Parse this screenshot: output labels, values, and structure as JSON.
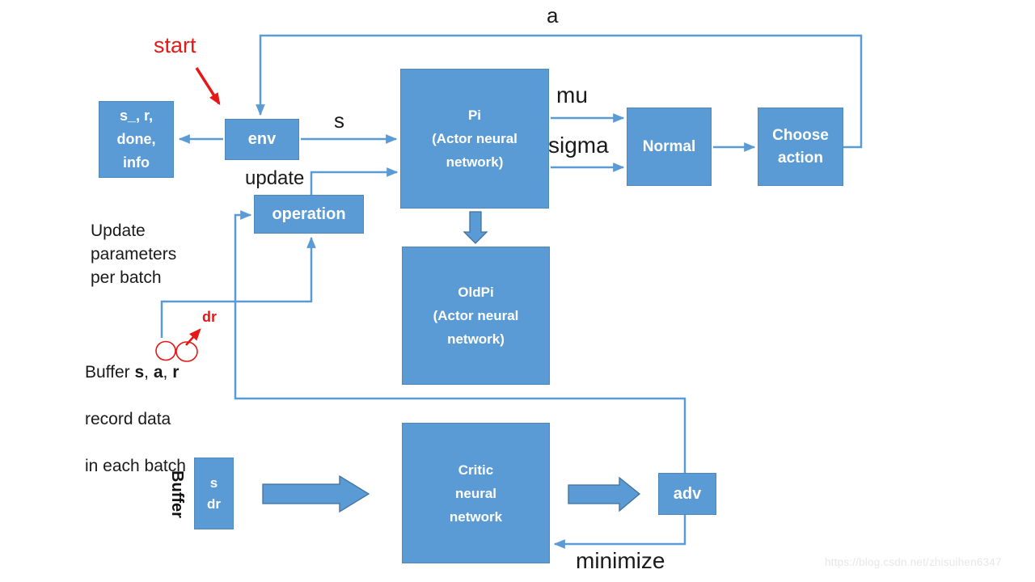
{
  "boxes": {
    "state_out": "s_, r,\ndone,\ninfo",
    "env": "env",
    "pi": "Pi\n(Actor neural\nnetwork)",
    "oldpi": "OldPi\n(Actor neural\nnetwork)",
    "normal": "Normal",
    "choose_action": "Choose\naction",
    "operation": "operation",
    "critic": "Critic\nneural\nnetwork",
    "adv": "adv",
    "sdr": "s\ndr"
  },
  "labels": {
    "a": "a",
    "s": "s",
    "mu": "mu",
    "sigma": "sigma",
    "update": "update",
    "minimize": "minimize"
  },
  "annotations": {
    "start": "start",
    "dr": "dr",
    "update_params": "Update\nparameters\nper batch",
    "buffer_prefix": "Buffer ",
    "buffer_s": "s",
    "buffer_sep1": ", ",
    "buffer_a": "a",
    "buffer_sep2": ",",
    "buffer_r": "r",
    "buffer_line2": "record data",
    "buffer_line3": "in each batch",
    "buffer_vertical": "Buffer"
  },
  "watermark": "https://blog.csdn.net/zhisuihen6347",
  "colors": {
    "box_blue": "#5b9bd5",
    "line_blue": "#5b9bd5",
    "block_arrow_border": "#41719c",
    "annotation_red": "#e51717",
    "text_black": "#1a1a1a",
    "watermark_gray": "#e7e7e9"
  }
}
